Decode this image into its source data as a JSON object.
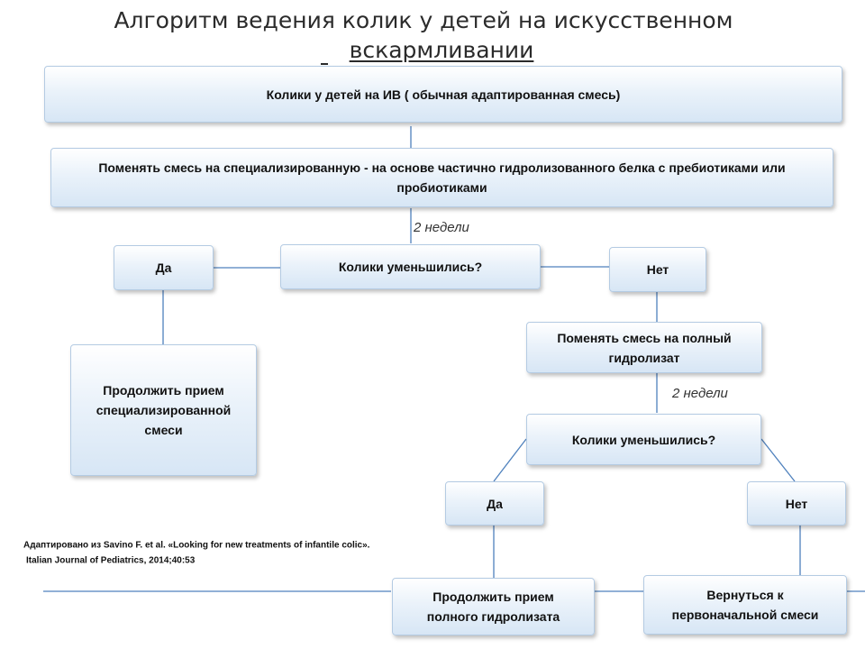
{
  "title": {
    "line1": "Алгоритм ведения колик у детей на искусственном",
    "line2": "вскармливании"
  },
  "nodes": {
    "root": "Колики у детей на ИВ ( обычная адаптированная смесь)",
    "change_specialized": "Поменять смесь на специализированную - на основе частично гидролизованного белка с пребиотиками или пробиотиками",
    "question1": "Колики уменьшились?",
    "yes1": "Да",
    "no1": "Нет",
    "continue_specialized": "Продолжить прием специализированной смеси",
    "change_full_hydrolysate": "Поменять смесь на полный гидролизат",
    "question2": "Колики уменьшились?",
    "yes2": "Да",
    "no2": "Нет",
    "continue_full_hydrolysate": "Продолжить прием полного гидролизата",
    "return_initial": "Вернуться к первоначальной смеси"
  },
  "notes": {
    "interval1": "2 недели",
    "interval2": "2 недели"
  },
  "citation": {
    "line1": "Адаптировано из Savino F. et al. «Looking for new treatments of infantile colic».",
    "line2": "Italian Journal of Pediatrics, 2014;40:53"
  },
  "colors": {
    "connector": "#4f81bd",
    "box_border": "#b4cbe3",
    "box_fill_bottom": "#d7e6f5"
  }
}
